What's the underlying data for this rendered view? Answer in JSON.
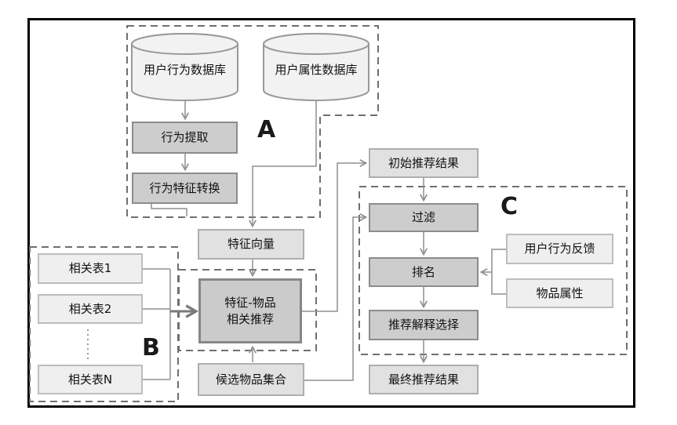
{
  "diagram": {
    "sections": {
      "a_label": "A",
      "b_label": "B",
      "c_label": "C"
    },
    "nodes": {
      "user_behavior_db": "用户行为数据库",
      "user_attribute_db": "用户属性数据库",
      "behavior_extraction": "行为提取",
      "behavior_feature_conversion": "行为特征转换",
      "feature_vector": "特征向量",
      "feature_item_recommendation": "特征-物品\n相关推荐",
      "related_table_1": "相关表1",
      "related_table_2": "相关表2",
      "related_table_n": "相关表N",
      "candidate_item_set": "候选物品集合",
      "initial_recommendation_result": "初始推荐结果",
      "filter": "过滤",
      "ranking": "排名",
      "recommendation_explanation_selection": "推荐解释选择",
      "final_recommendation_result": "最终推荐结果",
      "user_behavior_feedback": "用户行为反馈",
      "item_attributes": "物品属性"
    },
    "colors": {
      "background": "#ffffff",
      "outer_border": "#000000",
      "box_medium_fill": "#cdcdcd",
      "box_medium_border": "#8c8c8c",
      "box_light_fill": "#e1e1e1",
      "box_lighter_fill": "#efefef",
      "cylinder_fill": "#f2f2f2",
      "cylinder_border": "#999999",
      "connector_line": "#8f8f8f",
      "dashed_outline": "#6f6f6f",
      "text": "#111111"
    }
  }
}
